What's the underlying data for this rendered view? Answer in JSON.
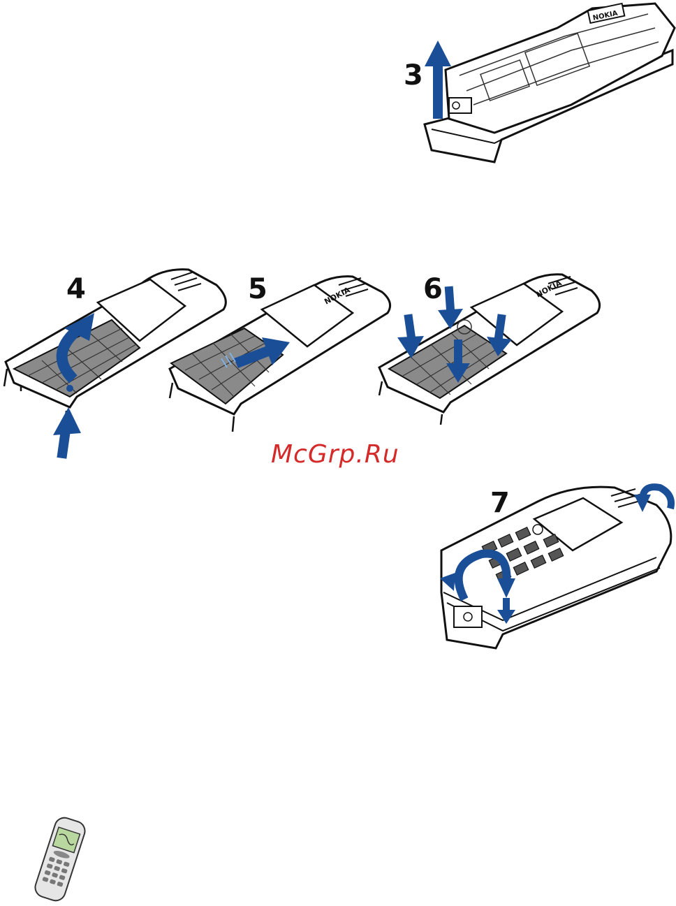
{
  "steps": {
    "step3": "3",
    "step4": "4",
    "step5": "5",
    "step6": "6",
    "step7": "7"
  },
  "watermark": "McGrp.Ru",
  "brand": "NOKIA",
  "colors": {
    "arrow": "#1a4f98",
    "keypad": "#8a8a8a",
    "outline": "#111111",
    "watermark": "#d42a2a",
    "thumb_screen": "#b8d8a0"
  },
  "icons": [
    "up-arrow-icon",
    "curved-arrow-icon",
    "right-arrow-icon",
    "down-arrow-icon",
    "rotate-arrow-icon",
    "phone-icon"
  ]
}
